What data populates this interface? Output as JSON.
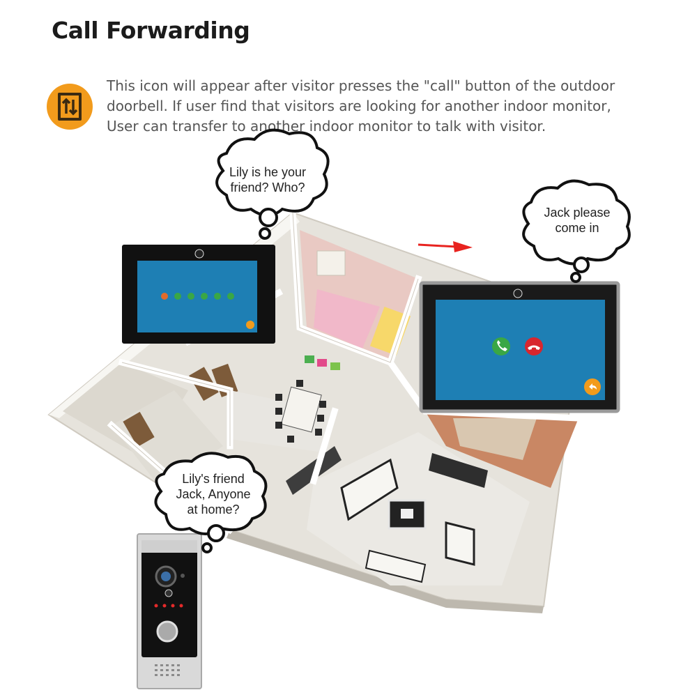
{
  "title": "Call Forwarding",
  "description": {
    "line1": "This icon will appear after visitor presses the \"call\" button of the outdoor",
    "line2": "doorbell.  If user find that visitors are looking for another indoor monitor,",
    "line3": "User can transfer to another indoor monitor to talk with visitor."
  },
  "bubbles": {
    "left": {
      "line1": "Lily is he your",
      "line2": "friend? Who?"
    },
    "right": {
      "line1": "Jack please",
      "line2": "come in"
    },
    "bottom": {
      "line1": "Lily's friend",
      "line2": "Jack, Anyone",
      "line3": "at home?"
    }
  },
  "colors": {
    "accent": "#f29b1c",
    "screen_blue": "#1e7fb4",
    "answer_green": "#3aa745",
    "hangup_red": "#d8262e",
    "arrow_red": "#e8231f"
  }
}
